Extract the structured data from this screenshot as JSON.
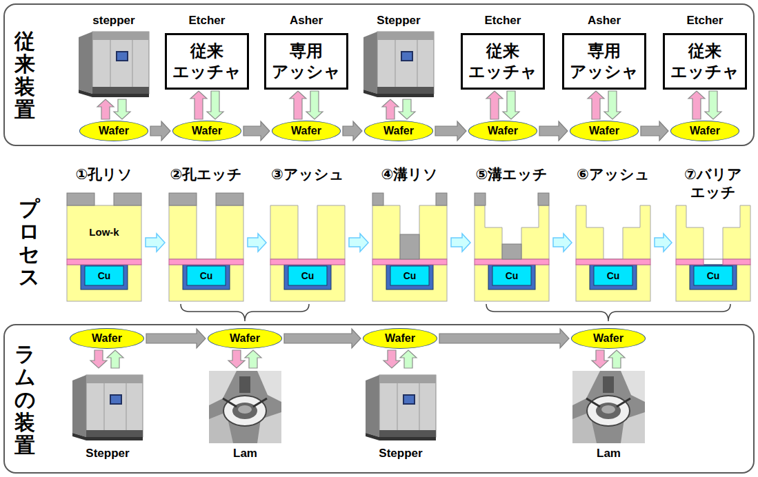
{
  "diagram": {
    "nodes": [
      {
        "text": [
          "従来装置"
        ]
      },
      {
        "text": [
          "stepper"
        ],
        "in": 0
      },
      {
        "text": [
          "Etcher",
          "従来 エッチャ"
        ],
        "in": 0
      },
      {
        "text": [
          "Asher",
          "専用 アッシャ"
        ],
        "in": 0
      },
      {
        "text": [
          "Stepper"
        ],
        "in": 0
      },
      {
        "text": [
          "Etcher",
          "従来 エッチャ"
        ],
        "in": 0
      },
      {
        "text": [
          "Asher",
          "専用 アッシャ"
        ],
        "in": 0
      },
      {
        "text": [
          "Etcher",
          "従来 エッチャ"
        ],
        "in": 0
      },
      {
        "text": [
          "Wafer"
        ],
        "in": 0
      },
      {
        "text": [
          "Wafer"
        ],
        "in": 0
      },
      {
        "text": [
          "Wafer"
        ],
        "in": 0
      },
      {
        "text": [
          "Wafer"
        ],
        "in": 0
      },
      {
        "text": [
          "Wafer"
        ],
        "in": 0
      },
      {
        "text": [
          "Wafer"
        ],
        "in": 0
      },
      {
        "text": [
          "Wafer"
        ],
        "in": 0
      },
      {
        "text": [
          "ラムの装置"
        ]
      },
      {
        "text": [
          "Wafer"
        ],
        "in": 15
      },
      {
        "text": [
          "Wafer"
        ],
        "in": 15
      },
      {
        "text": [
          "Wafer"
        ],
        "in": 15
      },
      {
        "text": [
          "Wafer"
        ],
        "in": 15
      },
      {
        "text": [
          "Stepper"
        ],
        "in": 15
      },
      {
        "text": [
          "Lam"
        ],
        "in": 15
      },
      {
        "text": [
          "Stepper"
        ],
        "in": 15
      },
      {
        "text": [
          "Lam"
        ],
        "in": 15
      }
    ],
    "edges": [
      {
        "from": 8,
        "to": 1,
        "arrow": "to"
      },
      {
        "from": 1,
        "to": 8,
        "arrow": "to"
      },
      {
        "from": 9,
        "to": 2,
        "arrow": "to"
      },
      {
        "from": 2,
        "to": 9,
        "arrow": "to"
      },
      {
        "from": 10,
        "to": 3,
        "arrow": "to"
      },
      {
        "from": 3,
        "to": 10,
        "arrow": "to"
      },
      {
        "from": 11,
        "to": 4,
        "arrow": "to"
      },
      {
        "from": 4,
        "to": 11,
        "arrow": "to"
      },
      {
        "from": 12,
        "to": 5,
        "arrow": "to"
      },
      {
        "from": 5,
        "to": 12,
        "arrow": "to"
      },
      {
        "from": 13,
        "to": 6,
        "arrow": "to"
      },
      {
        "from": 6,
        "to": 13,
        "arrow": "to"
      },
      {
        "from": 14,
        "to": 7,
        "arrow": "to"
      },
      {
        "from": 7,
        "to": 14,
        "arrow": "to"
      },
      {
        "from": 8,
        "to": 9,
        "arrow": "to"
      },
      {
        "from": 9,
        "to": 10,
        "arrow": "to"
      },
      {
        "from": 10,
        "to": 11,
        "arrow": "to"
      },
      {
        "from": 11,
        "to": 12,
        "arrow": "to"
      },
      {
        "from": 12,
        "to": 13,
        "arrow": "to"
      },
      {
        "from": 13,
        "to": 14,
        "arrow": "to"
      },
      {
        "from": 16,
        "to": 20,
        "arrow": "to"
      },
      {
        "from": 20,
        "to": 16,
        "arrow": "to"
      },
      {
        "from": 17,
        "to": 21,
        "arrow": "to"
      },
      {
        "from": 21,
        "to": 17,
        "arrow": "to"
      },
      {
        "from": 18,
        "to": 22,
        "arrow": "to"
      },
      {
        "from": 22,
        "to": 18,
        "arrow": "to"
      },
      {
        "from": 19,
        "to": 23,
        "arrow": "to"
      },
      {
        "from": 23,
        "to": 19,
        "arrow": "to"
      },
      {
        "from": 16,
        "to": 17,
        "arrow": "to"
      },
      {
        "from": 17,
        "to": 18,
        "arrow": "to"
      },
      {
        "from": 18,
        "to": 19,
        "arrow": "to"
      }
    ],
    "labels": [
      "プロセス",
      "①孔リソ",
      "②孔エッチ",
      "③アッシュ",
      "④溝リソ",
      "⑤溝エッチ",
      "⑥アッシュ",
      "⑦バリア エッチ",
      "Low-k",
      "Cu",
      "Cu",
      "Cu",
      "Cu",
      "Cu",
      "Cu",
      "Cu"
    ]
  }
}
